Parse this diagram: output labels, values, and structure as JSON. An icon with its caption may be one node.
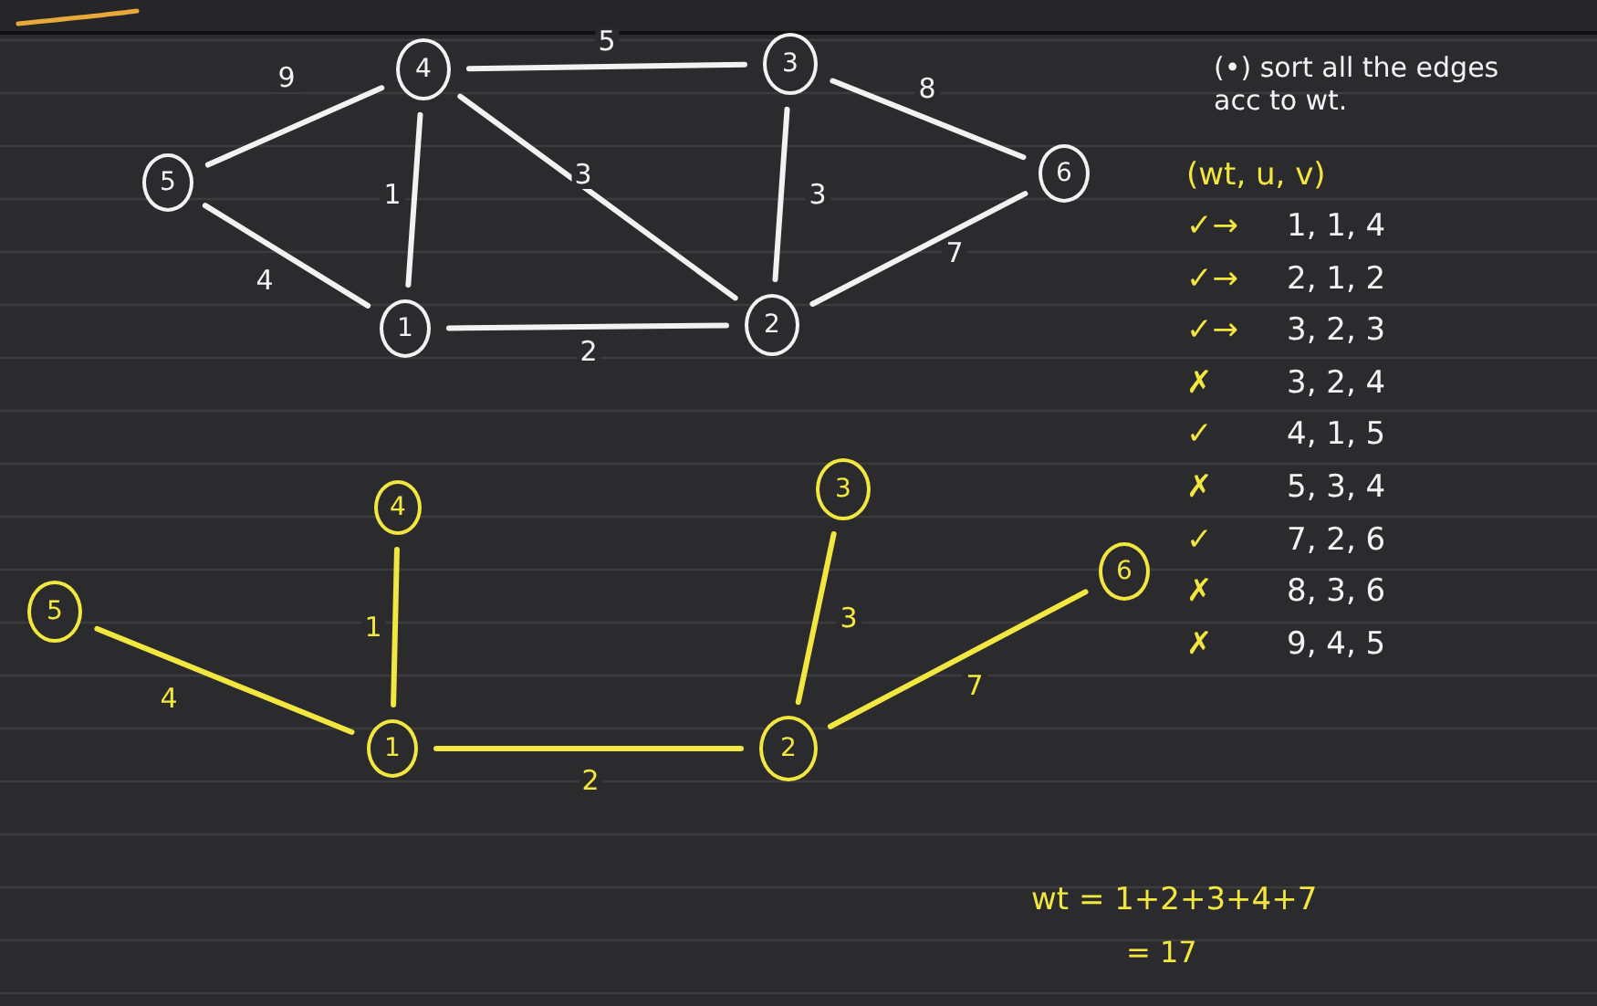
{
  "diagram": {
    "nodes": [
      {
        "text": [
          "4"
        ]
      },
      {
        "text": [
          "3"
        ]
      },
      {
        "text": [
          "5"
        ]
      },
      {
        "text": [
          "6"
        ]
      },
      {
        "text": [
          "1"
        ]
      },
      {
        "text": [
          "2"
        ]
      },
      {
        "text": [
          "4"
        ]
      },
      {
        "text": [
          "3"
        ]
      },
      {
        "text": [
          "5"
        ]
      },
      {
        "text": [
          "6"
        ]
      },
      {
        "text": [
          "1"
        ]
      },
      {
        "text": [
          "2"
        ]
      }
    ],
    "edges": [
      {
        "from": 2,
        "to": 0,
        "arrow": "none",
        "label": "9"
      },
      {
        "from": 0,
        "to": 1,
        "arrow": "none",
        "label": "5"
      },
      {
        "from": 1,
        "to": 3,
        "arrow": "none",
        "label": "8"
      },
      {
        "from": 0,
        "to": 4,
        "arrow": "none",
        "label": "1"
      },
      {
        "from": 0,
        "to": 5,
        "arrow": "none",
        "label": "3"
      },
      {
        "from": 1,
        "to": 5,
        "arrow": "none",
        "label": "3"
      },
      {
        "from": 2,
        "to": 4,
        "arrow": "none",
        "label": "4"
      },
      {
        "from": 5,
        "to": 3,
        "arrow": "none",
        "label": "7"
      },
      {
        "from": 4,
        "to": 5,
        "arrow": "none",
        "label": "2"
      },
      {
        "from": 6,
        "to": 10,
        "arrow": "none",
        "label": "1",
        "color": "#f2e640"
      },
      {
        "from": 7,
        "to": 11,
        "arrow": "none",
        "label": "3",
        "color": "#f2e640"
      },
      {
        "from": 8,
        "to": 10,
        "arrow": "none",
        "label": "4",
        "color": "#f2e640"
      },
      {
        "from": 11,
        "to": 9,
        "arrow": "none",
        "label": "7",
        "color": "#f2e640"
      },
      {
        "from": 10,
        "to": 11,
        "arrow": "none",
        "label": "2",
        "color": "#f2e640"
      }
    ],
    "labels": [
      "(•) sort all the edges acc to wt.",
      "(wt, u, v)",
      "✓→",
      "1, 1, 4",
      "✓→",
      "2, 1, 2",
      "✓→",
      "3, 2, 3",
      "✗",
      "3, 2, 4",
      "✓",
      "4, 1, 5",
      "✗",
      "5, 3, 4",
      "✓",
      "7, 2, 6",
      "✗",
      "8, 3, 6",
      "✗",
      "9, 4, 5",
      "wt = 1+2+3+4+7",
      "= 17"
    ]
  }
}
